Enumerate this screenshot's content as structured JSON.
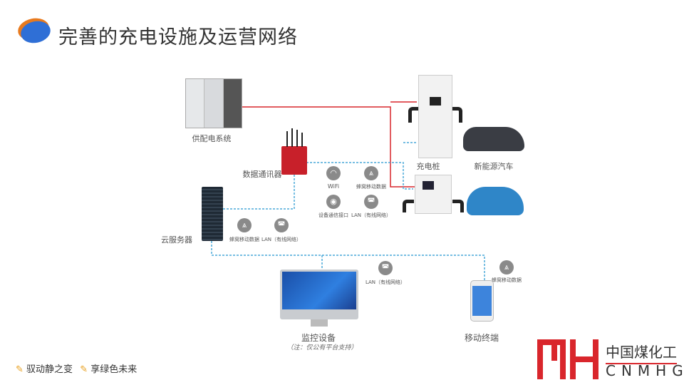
{
  "title": "完善的充电设施及运营网络",
  "nodes": {
    "power": "供配电系统",
    "router": "数据通讯器",
    "server": "云服务器",
    "charger": "充电桩",
    "ev": "新能源汽车",
    "monitor": "监控设备",
    "monitor_note": "（注：仅公有平台支持）",
    "mobile": "移动终端"
  },
  "links": {
    "wifi": "WiFi",
    "cellular": "蜂窝移动数据",
    "device_port": "设备通信接口",
    "lan": "LAN（有线网络）"
  },
  "footer": {
    "slogan1": "驭动静之变",
    "slogan2": "享绿色未来"
  },
  "logo": {
    "cn": "中国煤化工",
    "en": "CNMHG"
  },
  "colors": {
    "red": "#d9262c",
    "blue_dash": "#4aa8d8",
    "accent": "#e87a1e"
  }
}
